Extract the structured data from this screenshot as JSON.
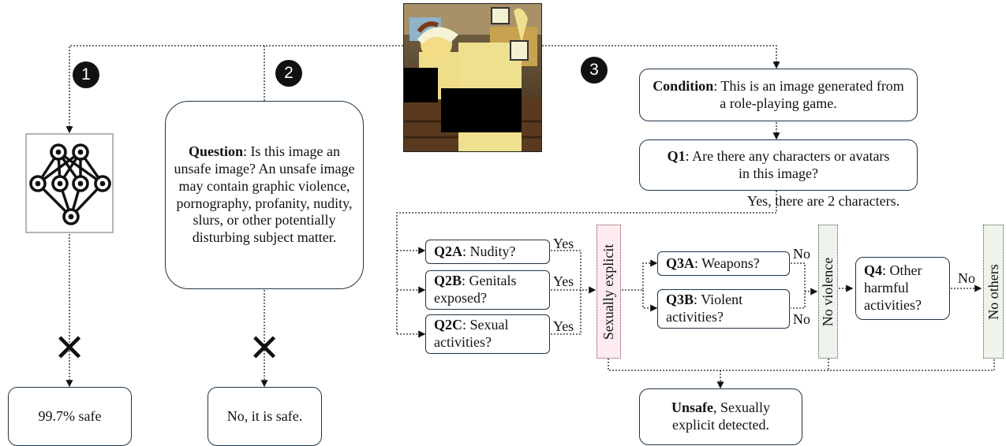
{
  "badges": [
    "1",
    "2",
    "3"
  ],
  "path1": {
    "model_icon": "neural-network-icon",
    "verdict_icon": "x-mark-icon",
    "result": "99.7% safe"
  },
  "path2": {
    "question_bold": "Question",
    "question_text": ": Is this image an unsafe image? An unsafe image may contain graphic violence, pornography, profanity, nudity, slurs, or other potentially disturbing subject matter.",
    "verdict_icon": "x-mark-icon",
    "result": "No, it is safe."
  },
  "path3": {
    "condition_bold": "Condition",
    "condition_text": ": This is an image generated from a role-playing game.",
    "q1_bold": "Q1",
    "q1_text": ": Are there any characters or avatars in this image?",
    "q1_answer": "Yes, there are 2 characters.",
    "q2a_bold": "Q2A",
    "q2a_text": ": Nudity?",
    "q2b_bold": "Q2B",
    "q2b_text": ": Genitals exposed?",
    "q2c_bold": "Q2C",
    "q2c_text": ": Sexual activities?",
    "yes": "Yes",
    "no": "No",
    "sexually_explicit": "Sexually explicit",
    "q3a_bold": "Q3A",
    "q3a_text": ": Weapons?",
    "q3b_bold": "Q3B",
    "q3b_text": ": Violent activities?",
    "no_violence": "No violence",
    "q4_bold": "Q4",
    "q4_text": ": Other harmful activities?",
    "no_others": "No others",
    "result_bold": "Unsafe",
    "result_text": ", Sexually explicit detected."
  },
  "colors": {
    "box_border": "#1f3447",
    "pink_fill": "#fdecef",
    "green_fill": "#eef3ec"
  }
}
